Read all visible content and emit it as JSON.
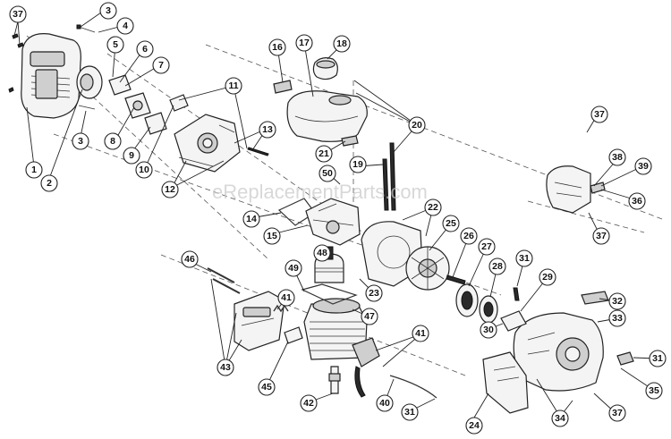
{
  "watermark": "eReplacementParts.com",
  "callouts": [
    {
      "id": "c37a",
      "label": "37"
    },
    {
      "id": "c3a",
      "label": "3"
    },
    {
      "id": "c4",
      "label": "4"
    },
    {
      "id": "c5",
      "label": "5"
    },
    {
      "id": "c6",
      "label": "6"
    },
    {
      "id": "c7",
      "label": "7"
    },
    {
      "id": "c3b",
      "label": "3"
    },
    {
      "id": "c8",
      "label": "8"
    },
    {
      "id": "c9",
      "label": "9"
    },
    {
      "id": "c10",
      "label": "10"
    },
    {
      "id": "c1",
      "label": "1"
    },
    {
      "id": "c2",
      "label": "2"
    },
    {
      "id": "c11",
      "label": "11"
    },
    {
      "id": "c12",
      "label": "12"
    },
    {
      "id": "c13",
      "label": "13"
    },
    {
      "id": "c14",
      "label": "14"
    },
    {
      "id": "c15",
      "label": "15"
    },
    {
      "id": "c16",
      "label": "16"
    },
    {
      "id": "c17",
      "label": "17"
    },
    {
      "id": "c18",
      "label": "18"
    },
    {
      "id": "c19",
      "label": "19"
    },
    {
      "id": "c20",
      "label": "20"
    },
    {
      "id": "c21",
      "label": "21"
    },
    {
      "id": "c50",
      "label": "50"
    },
    {
      "id": "c22",
      "label": "22"
    },
    {
      "id": "c23",
      "label": "23"
    },
    {
      "id": "c25",
      "label": "25"
    },
    {
      "id": "c26",
      "label": "26"
    },
    {
      "id": "c27",
      "label": "27"
    },
    {
      "id": "c28",
      "label": "28"
    },
    {
      "id": "c31a",
      "label": "31"
    },
    {
      "id": "c29",
      "label": "29"
    },
    {
      "id": "c30",
      "label": "30"
    },
    {
      "id": "c37b",
      "label": "37"
    },
    {
      "id": "c38",
      "label": "38"
    },
    {
      "id": "c39",
      "label": "39"
    },
    {
      "id": "c36",
      "label": "36"
    },
    {
      "id": "c37c",
      "label": "37"
    },
    {
      "id": "c32",
      "label": "32"
    },
    {
      "id": "c33",
      "label": "33"
    },
    {
      "id": "c31b",
      "label": "31"
    },
    {
      "id": "c35",
      "label": "35"
    },
    {
      "id": "c34",
      "label": "34"
    },
    {
      "id": "c37d",
      "label": "37"
    },
    {
      "id": "c46",
      "label": "46"
    },
    {
      "id": "c48",
      "label": "48"
    },
    {
      "id": "c49",
      "label": "49"
    },
    {
      "id": "c41a",
      "label": "41"
    },
    {
      "id": "c47",
      "label": "47"
    },
    {
      "id": "c43",
      "label": "43"
    },
    {
      "id": "c41b",
      "label": "41"
    },
    {
      "id": "c45",
      "label": "45"
    },
    {
      "id": "c42",
      "label": "42"
    },
    {
      "id": "c40",
      "label": "40"
    },
    {
      "id": "c31c",
      "label": "31"
    },
    {
      "id": "c24",
      "label": "24"
    }
  ]
}
